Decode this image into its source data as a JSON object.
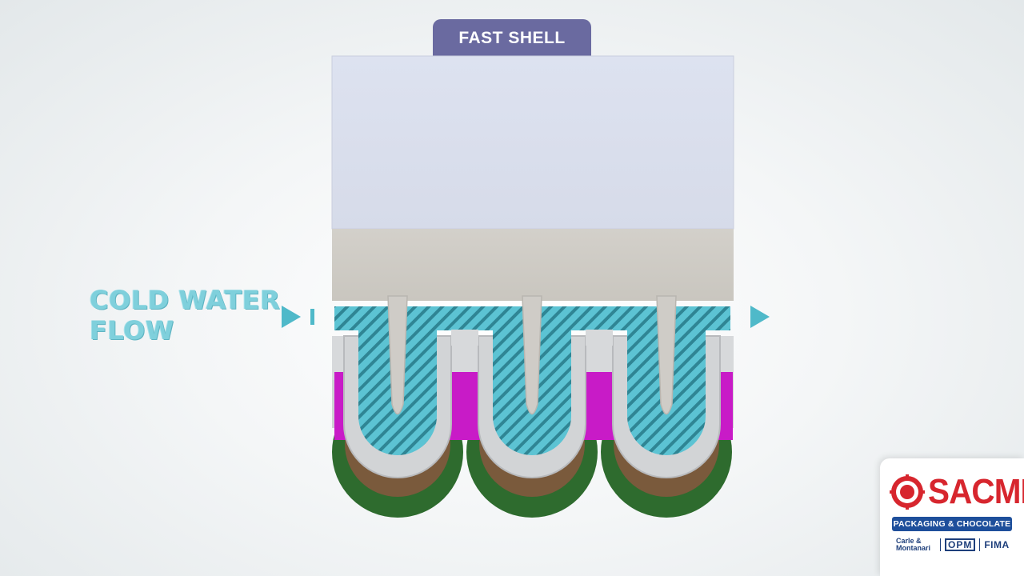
{
  "header": {
    "tab_label": "FAST SHELL"
  },
  "annotation": {
    "line1": "COLD WATER",
    "line2": "FLOW"
  },
  "logo": {
    "brand": "SACMI",
    "tagline": "PACKAGING & CHOCOLATE",
    "sub_brand_1": "Carle & Montanari",
    "sub_brand_2": "OPM",
    "sub_brand_3": "FIMA"
  },
  "colors": {
    "tab": "#6a6aa0",
    "water": "#5cc3d3",
    "magenta": "#c81bc7",
    "mold_green": "#2e6b2e",
    "mold_brown": "#7a5a3c",
    "shell_gray": "#d2d4d6",
    "top_block": "#dfe3ef",
    "mid_block": "#cfccc7",
    "brand_red": "#d7262e",
    "brand_blue": "#1e4f9b"
  }
}
